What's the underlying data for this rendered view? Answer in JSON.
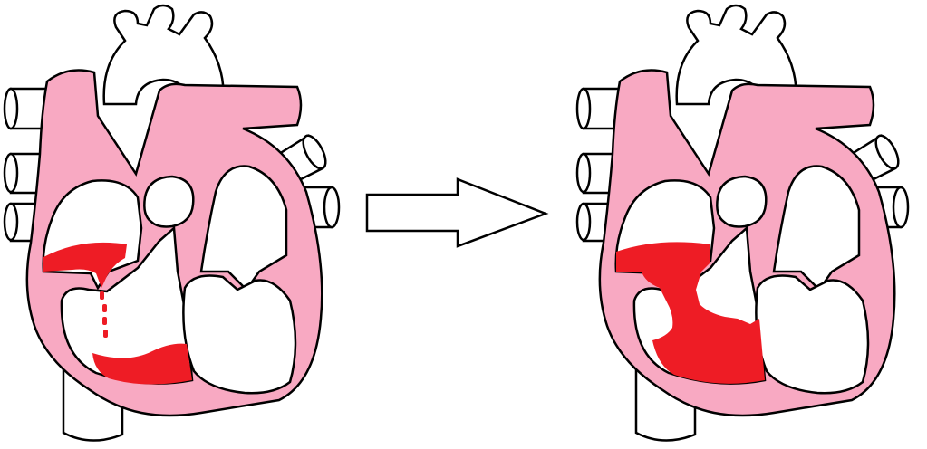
{
  "colors": {
    "heart_wall": "#f8a9c2",
    "vessel": "#ffffff",
    "outline": "#000000",
    "blood": "#ee1c25",
    "background": "#ffffff",
    "arrow_fill": "#ffffff"
  },
  "panels": [
    {
      "id": "before",
      "state": "blood dripping from the upper right-side chamber into the lower right-side chamber",
      "blood_level": 0.3
    },
    {
      "id": "after",
      "state": "blood filling the upper and lower right-side chambers",
      "blood_level": 0.7
    }
  ],
  "transition_icon": "right-arrow-icon"
}
